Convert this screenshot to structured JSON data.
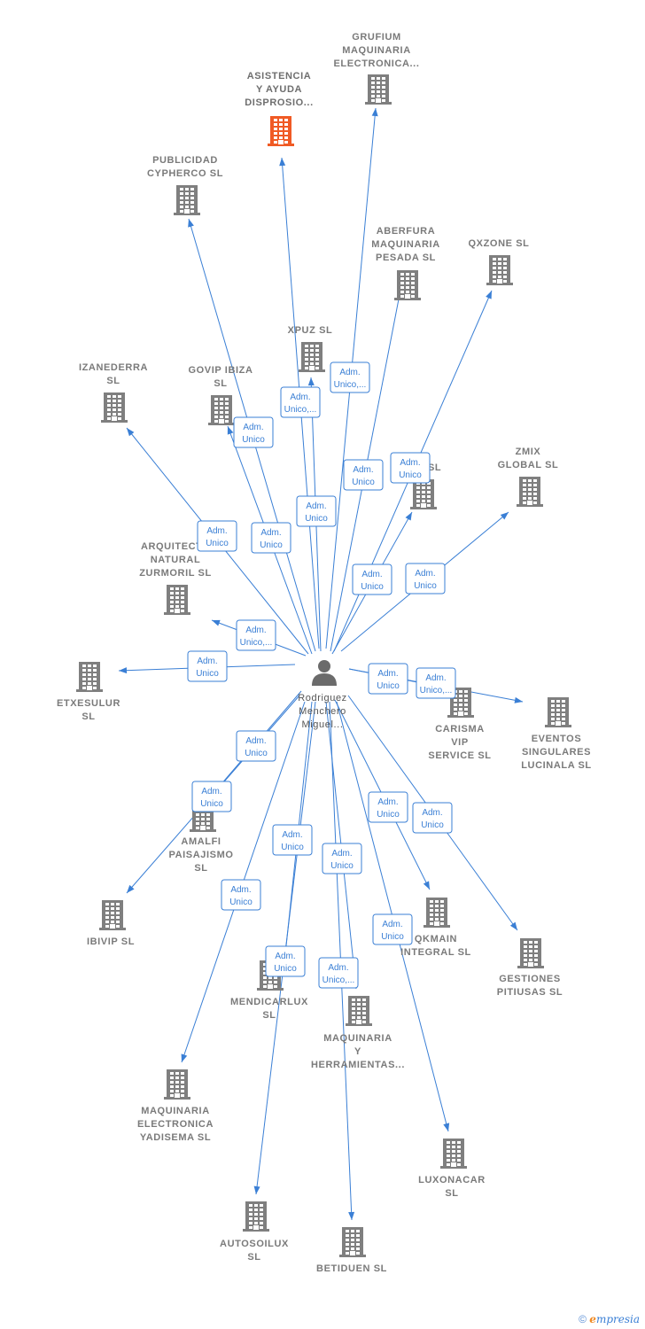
{
  "center": {
    "id": "center",
    "label_lines": [
      "Rodriguez",
      "Menchero",
      "Miguel..."
    ],
    "icon": "person-icon"
  },
  "colors": {
    "edge": "#3a7fd5",
    "building": "#7f7f7f",
    "building_highlight": "#f05a24",
    "label": "#7a7a7a"
  },
  "nodes": [
    {
      "id": "grufium",
      "label_lines": [
        "GRUFIUM",
        "MAQUINARIA",
        "ELECTRONICA..."
      ],
      "icon": "building-icon"
    },
    {
      "id": "asistencia",
      "label_lines": [
        "ASISTENCIA",
        "Y AYUDA",
        "DISPROSIO..."
      ],
      "icon": "building-icon",
      "highlight": true
    },
    {
      "id": "publicidad",
      "label_lines": [
        "PUBLICIDAD",
        "CYPHERCO  SL"
      ],
      "icon": "building-icon"
    },
    {
      "id": "aberfura",
      "label_lines": [
        "ABERFURA",
        "MAQUINARIA",
        "PESADA  SL"
      ],
      "icon": "building-icon"
    },
    {
      "id": "qxzone",
      "label_lines": [
        "QXZONE  SL"
      ],
      "icon": "building-icon"
    },
    {
      "id": "xpuz",
      "label_lines": [
        "XPUZ  SL"
      ],
      "icon": "building-icon"
    },
    {
      "id": "izanederra",
      "label_lines": [
        "IZANEDERRA",
        "SL"
      ],
      "icon": "building-icon"
    },
    {
      "id": "govip",
      "label_lines": [
        "GOVIP IBIZA",
        "SL"
      ],
      "icon": "building-icon"
    },
    {
      "id": "ki",
      "label_lines": [
        "M         KI  SL"
      ],
      "icon": "building-icon"
    },
    {
      "id": "zmix",
      "label_lines": [
        "ZMIX",
        "GLOBAL  SL"
      ],
      "icon": "building-icon"
    },
    {
      "id": "arquitectura",
      "label_lines": [
        "ARQUITECTU",
        "NATURAL",
        "ZURMORIL  SL"
      ],
      "icon": "building-icon"
    },
    {
      "id": "etxesulur",
      "label_lines": [
        "ETXESULUR",
        "SL"
      ],
      "icon": "building-icon"
    },
    {
      "id": "carisma",
      "label_lines": [
        "CARISMA",
        "VIP",
        "SERVICE  SL"
      ],
      "icon": "building-icon"
    },
    {
      "id": "eventos",
      "label_lines": [
        "EVENTOS",
        "SINGULARES",
        "LUCINALA  SL"
      ],
      "icon": "building-icon"
    },
    {
      "id": "amalfi",
      "label_lines": [
        "AMALFI",
        "PAISAJISMO",
        "SL"
      ],
      "icon": "building-icon"
    },
    {
      "id": "ibivip",
      "label_lines": [
        "IBIVIP  SL"
      ],
      "icon": "building-icon"
    },
    {
      "id": "qkmain",
      "label_lines": [
        "QKMAIN",
        "INTEGRAL  SL"
      ],
      "icon": "building-icon"
    },
    {
      "id": "gestiones",
      "label_lines": [
        "GESTIONES",
        "PITIUSAS  SL"
      ],
      "icon": "building-icon"
    },
    {
      "id": "mendicarlux",
      "label_lines": [
        "MENDICARLUX",
        "SL"
      ],
      "icon": "building-icon"
    },
    {
      "id": "maquinaria_h",
      "label_lines": [
        "MAQUINARIA",
        "Y",
        "HERRAMIENTAS..."
      ],
      "icon": "building-icon"
    },
    {
      "id": "yadisema",
      "label_lines": [
        "MAQUINARIA",
        "ELECTRONICA",
        "YADISEMA  SL"
      ],
      "icon": "building-icon"
    },
    {
      "id": "luxonacar",
      "label_lines": [
        "LUXONACAR",
        "SL"
      ],
      "icon": "building-icon"
    },
    {
      "id": "autosoilux",
      "label_lines": [
        "AUTOSOILUX",
        "SL"
      ],
      "icon": "building-icon"
    },
    {
      "id": "betiduen",
      "label_lines": [
        "BETIDUEN  SL"
      ],
      "icon": "building-icon"
    }
  ],
  "edges": [
    {
      "to": "grufium",
      "label_lines": [
        "Adm.",
        "Unico,..."
      ]
    },
    {
      "to": "asistencia",
      "label_lines": [
        "Adm.",
        "Unico,..."
      ]
    },
    {
      "to": "publicidad",
      "label_lines": [
        "Adm.",
        "Unico"
      ]
    },
    {
      "to": "aberfura",
      "label_lines": [
        "Adm.",
        "Unico"
      ]
    },
    {
      "to": "qxzone",
      "label_lines": [
        "Adm.",
        "Unico"
      ]
    },
    {
      "to": "xpuz",
      "label_lines": [
        "Adm.",
        "Unico"
      ]
    },
    {
      "to": "izanederra",
      "label_lines": [
        "Adm.",
        "Unico"
      ]
    },
    {
      "to": "govip",
      "label_lines": [
        "Adm.",
        "Unico"
      ]
    },
    {
      "to": "ki",
      "label_lines": [
        "Adm.",
        "Unico"
      ]
    },
    {
      "to": "zmix",
      "label_lines": [
        "Adm.",
        "Unico"
      ]
    },
    {
      "to": "arquitectura",
      "label_lines": [
        "Adm.",
        "Unico,..."
      ]
    },
    {
      "to": "etxesulur",
      "label_lines": [
        "Adm.",
        "Unico"
      ]
    },
    {
      "to": "carisma",
      "label_lines": [
        "Adm.",
        "Unico"
      ]
    },
    {
      "to": "eventos",
      "label_lines": [
        "Adm.",
        "Unico,..."
      ]
    },
    {
      "to": "amalfi",
      "label_lines": [
        "Adm.",
        "Unico"
      ]
    },
    {
      "to": "ibivip",
      "label_lines": [
        "Adm.",
        "Unico"
      ]
    },
    {
      "to": "qkmain",
      "label_lines": [
        "Adm.",
        "Unico"
      ]
    },
    {
      "to": "gestiones",
      "label_lines": [
        "Adm.",
        "Unico"
      ]
    },
    {
      "to": "mendicarlux",
      "label_lines": [
        "Adm.",
        "Unico"
      ]
    },
    {
      "to": "maquinaria_h",
      "label_lines": [
        "Adm.",
        "Unico"
      ]
    },
    {
      "to": "yadisema",
      "label_lines": [
        "Adm.",
        "Unico"
      ]
    },
    {
      "to": "luxonacar",
      "label_lines": [
        "Adm.",
        "Unico"
      ]
    },
    {
      "to": "autosoilux",
      "label_lines": [
        "Adm.",
        "Unico"
      ]
    },
    {
      "to": "betiduen",
      "label_lines": [
        "Adm.",
        "Unico,..."
      ]
    }
  ],
  "footer": {
    "copyright": "©",
    "brand_initial": "e",
    "brand_rest": "mpresia"
  }
}
